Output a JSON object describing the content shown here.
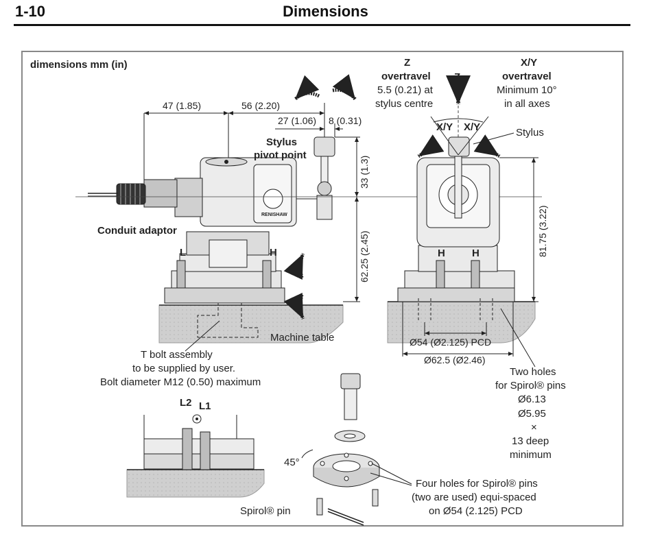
{
  "header": {
    "page_number": "1-10",
    "title": "Dimensions"
  },
  "figure": {
    "units_label": "dimensions mm (in)",
    "side_view": {
      "dim_left": "47 (1.85)",
      "dim_right": "56 (2.20)",
      "dim_pivot": "27 (1.06)",
      "dim_stylus": "8 (0.31)",
      "dim_upper": "33 (1.3)",
      "dim_lower": "62.25 (2.45)",
      "stylus_pivot_line1": "Stylus",
      "stylus_pivot_line2": "pivot point",
      "conduit_label": "Conduit adaptor",
      "label_L": "L",
      "label_H": "H",
      "machine_table": "Machine table",
      "tbolt_line1": "T bolt assembly",
      "tbolt_line2": "to be supplied by user.",
      "tbolt_line3": "Bolt diameter M12 (0.50) maximum",
      "brand": "RENISHAW"
    },
    "front_view": {
      "z_title": "Z",
      "z_overtravel": "overtravel",
      "z_value": "5.5 (0.21) at",
      "z_value2": "stylus centre",
      "z_arrow_label": "Z",
      "xy_title": "X/Y",
      "xy_overtravel": "overtravel",
      "xy_min": "Minimum 10°",
      "xy_axes": "in all axes",
      "xy_left": "X/Y",
      "xy_right": "X/Y",
      "stylus": "Stylus",
      "height": "81.75 (3.22)",
      "label_H1": "H",
      "label_H2": "H",
      "pcd": "Ø54 (Ø2.125) PCD",
      "width": "Ø62.5 (Ø2.46)"
    },
    "holes_note": {
      "l1": "Two holes",
      "l2": "for Spirol® pins",
      "l3": "Ø6.13",
      "l4": "Ø5.95",
      "l5": "×",
      "l6": "13 deep",
      "l7": "minimum"
    },
    "detail_view": {
      "l2": "L2",
      "l1": "L1"
    },
    "exploded_view": {
      "angle": "45°",
      "four_holes_1": "Four holes for Spirol® pins",
      "four_holes_2": "(two are used) equi-spaced",
      "four_holes_3": "on Ø54 (2.125) PCD",
      "spirol_pin": "Spirol® pin"
    }
  }
}
